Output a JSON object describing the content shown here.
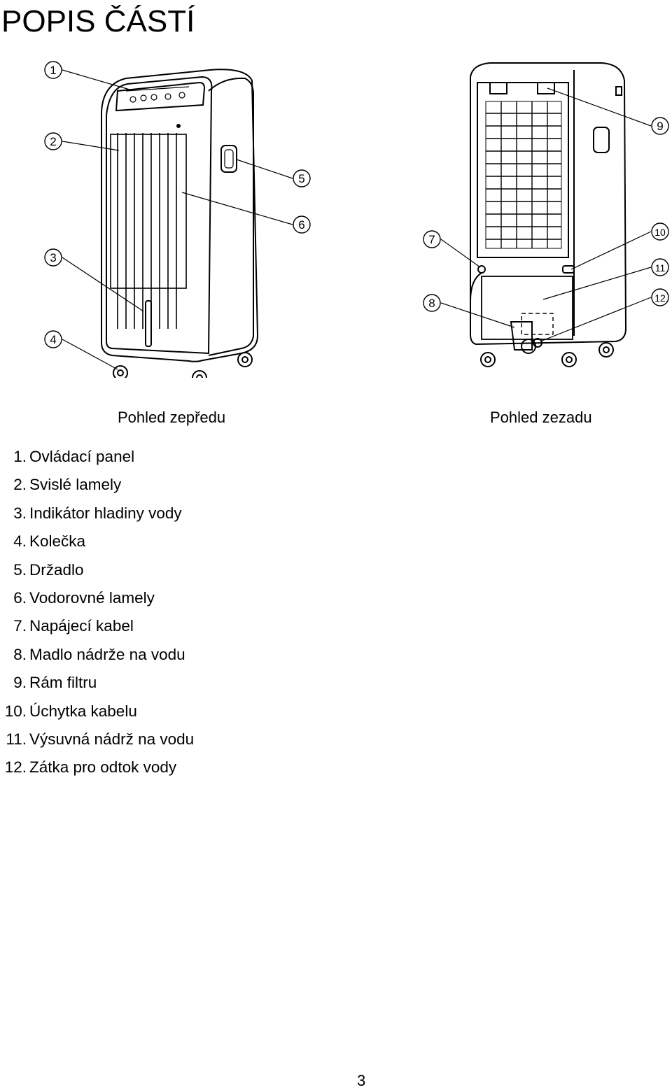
{
  "title": "POPIS ČÁSTÍ",
  "captions": {
    "front": "Pohled zepředu",
    "back": "Pohled zezadu"
  },
  "callouts": [
    "1",
    "2",
    "3",
    "4",
    "5",
    "6",
    "7",
    "8",
    "9",
    "10",
    "11",
    "12"
  ],
  "parts": [
    {
      "num": "1.",
      "label": "Ovládací panel"
    },
    {
      "num": "2.",
      "label": "Svislé lamely"
    },
    {
      "num": "3.",
      "label": "Indikátor hladiny vody"
    },
    {
      "num": "4.",
      "label": "Kolečka"
    },
    {
      "num": "5.",
      "label": "Držadlo"
    },
    {
      "num": "6.",
      "label": "Vodorovné lamely"
    },
    {
      "num": "7.",
      "label": "Napájecí kabel"
    },
    {
      "num": "8.",
      "label": "Madlo nádrže na vodu"
    },
    {
      "num": "9.",
      "label": "Rám filtru"
    },
    {
      "num": "10.",
      "label": "Úchytka kabelu"
    },
    {
      "num": "11.",
      "label": "Výsuvná nádrž na vodu"
    },
    {
      "num": "12.",
      "label": "Zátka pro odtok vody"
    }
  ],
  "page_number": "3"
}
